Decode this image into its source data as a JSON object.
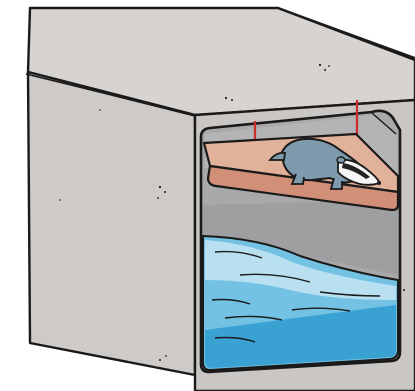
{
  "illustration": {
    "colors": {
      "background": "#ffffff",
      "concrete_top": "#d6d3d0",
      "concrete_front": "#cdcac7",
      "concrete_side": "#c5c2bf",
      "interior_back": "#a9a8aa",
      "interior_wall": "#bdbcbd",
      "ledge_top": "#e2b19a",
      "ledge_front": "#d08f76",
      "rope": "#cc2b2b",
      "badger_body": "#7f9aac",
      "badger_face": "#f5f5f5",
      "badger_stripe": "#222222",
      "water_light": "#b8e0f0",
      "water_mid": "#73c2e3",
      "water_deep": "#3aa1d3",
      "outline": "#1a1a1a"
    },
    "elements": [
      "concrete-culvert",
      "tunnel-opening",
      "mammal-ledge",
      "suspension-cord",
      "badger",
      "water-channel"
    ]
  }
}
